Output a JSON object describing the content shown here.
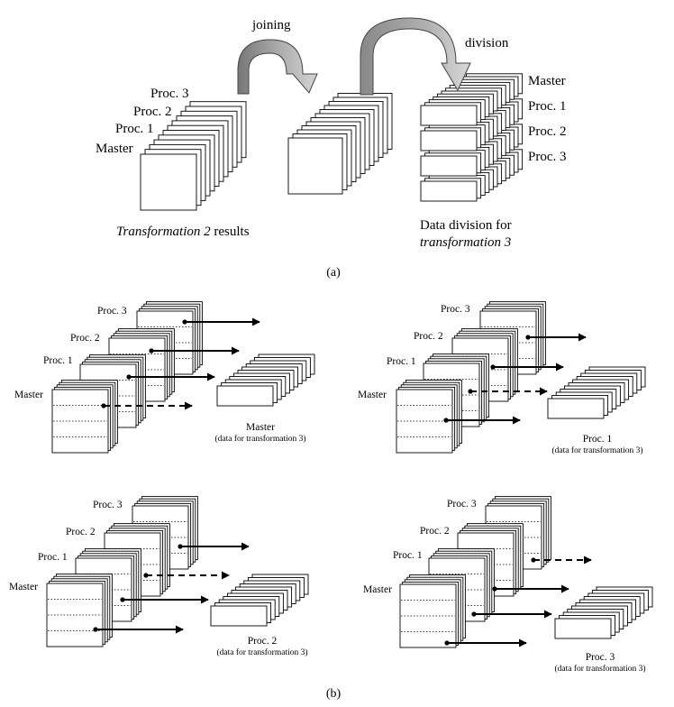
{
  "part_a": {
    "joining_label": "joining",
    "division_label": "division",
    "left_stack_labels": [
      "Proc. 3",
      "Proc. 2",
      "Proc. 1",
      "Master"
    ],
    "right_stack_labels": [
      "Master",
      "Proc. 1",
      "Proc. 2",
      "Proc. 3"
    ],
    "left_caption_italic": "Transformation 2",
    "left_caption_rest": " results",
    "right_caption_line1": "Data division for",
    "right_caption_line2": "transformation 3",
    "panel_label": "(a)"
  },
  "part_b": {
    "panels": [
      {
        "proc_labels": [
          "Proc. 3",
          "Proc. 2",
          "Proc. 1",
          "Master"
        ],
        "target_label": "Master",
        "target_sublabel": "(data for transformation 3)"
      },
      {
        "proc_labels": [
          "Proc. 3",
          "Proc. 2",
          "Proc. 1",
          "Master"
        ],
        "target_label": "Proc. 1",
        "target_sublabel": "(data for transformation 3)"
      },
      {
        "proc_labels": [
          "Proc. 3",
          "Proc. 2",
          "Proc. 1",
          "Master"
        ],
        "target_label": "Proc.  2",
        "target_sublabel": "(data for transformation 3)"
      },
      {
        "proc_labels": [
          "Proc. 3",
          "Proc. 2",
          "Proc. 1",
          "Master"
        ],
        "target_label": "Proc. 3",
        "target_sublabel": "(data for transformation 3)"
      }
    ],
    "panel_label": "(b)"
  }
}
